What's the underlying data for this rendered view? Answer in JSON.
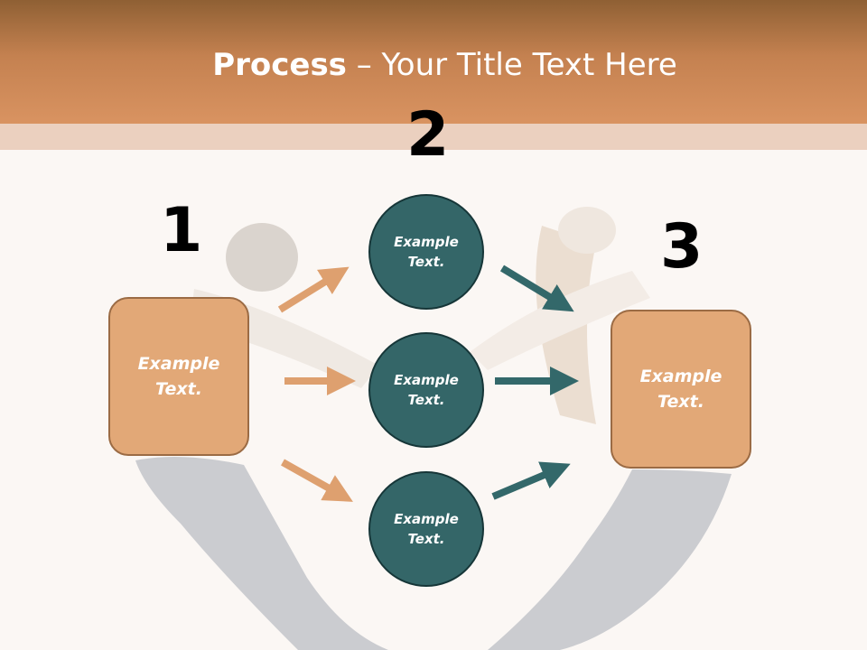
{
  "slide": {
    "title_bold": "Process",
    "title_rest": " – Your Title Text Here"
  },
  "steps": {
    "one": "1",
    "two": "2",
    "three": "3"
  },
  "left_box": {
    "label": "Example\nText."
  },
  "right_box": {
    "label": "Example\nText."
  },
  "circles": [
    {
      "label": "Example\nText."
    },
    {
      "label": "Example\nText."
    },
    {
      "label": "Example\nText."
    }
  ],
  "colors": {
    "header": "#c48150",
    "box_fill": "#e2a877",
    "circle_fill": "#346668",
    "arrow_orange": "#dea06f",
    "arrow_teal": "#33686a"
  }
}
